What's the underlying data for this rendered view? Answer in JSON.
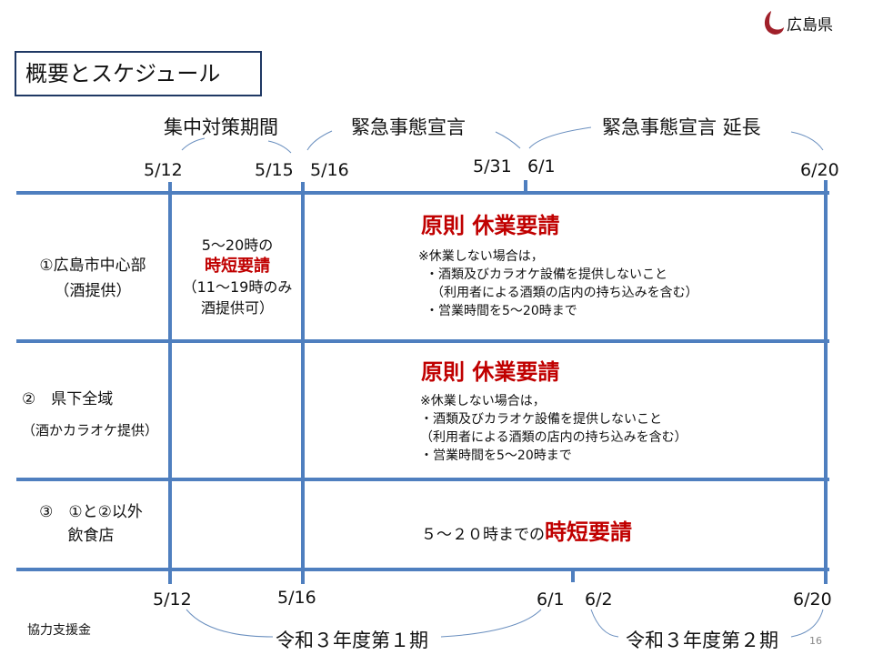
{
  "logo": {
    "text": "広島県"
  },
  "title": "概要とスケジュール",
  "periods_top": [
    "集中対策期間",
    "緊急事態宣言",
    "緊急事態宣言 延長"
  ],
  "dates_top": [
    "5/12",
    "5/15",
    "5/16",
    "5/31",
    "6/1",
    "6/20"
  ],
  "rows": [
    {
      "label1": "①広島市中心部",
      "label2": "（酒提供）",
      "mid": {
        "l1": "5～20時の",
        "l2": "時短要請",
        "l3": "（11～19時のみ",
        "l4": "酒提供可）"
      },
      "main_title": "原則 休業要請",
      "notes": [
        "※休業しない場合は，",
        "・酒類及びカラオケ設備を提供しないこと",
        "（利用者による酒類の店内の持ち込みを含む）",
        "・営業時間を5～20時まで"
      ]
    },
    {
      "label1": "②　県下全域",
      "label2": "（酒かカラオケ提供）",
      "main_title": "原則 休業要請",
      "notes": [
        "※休業しない場合は，",
        "・酒類及びカラオケ設備を提供しないこと",
        "（利用者による酒類の店内の持ち込みを含む）",
        "・営業時間を5～20時まで"
      ]
    },
    {
      "label1": "③　①と②以外",
      "label2": "飲食店",
      "main_prefix": "５～２０時までの",
      "main_title": "時短要請"
    }
  ],
  "bottom": {
    "label": "協力支援金",
    "dates": [
      "5/12",
      "5/16",
      "6/1",
      "6/2",
      "6/20"
    ],
    "periods": [
      "令和３年度第１期",
      "令和３年度第２期"
    ]
  },
  "page_number": "16",
  "colors": {
    "line": "#4f7fbf",
    "accent": "#c00000",
    "title_border": "#1f3864"
  }
}
